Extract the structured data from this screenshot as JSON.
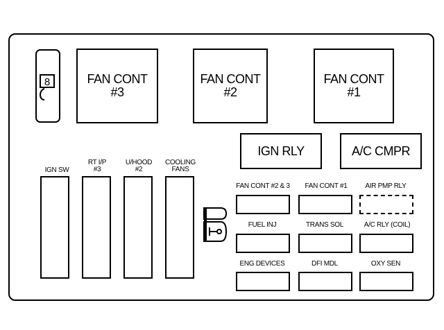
{
  "relays": {
    "fan_cont_3": "FAN CONT\n#3",
    "fan_cont_2": "FAN CONT\n#2",
    "fan_cont_1": "FAN CONT\n#1",
    "ign_rly": "IGN RLY",
    "ac_cmpr": "A/C CMPR"
  },
  "tall_fuses": {
    "ign_sw": "IGN SW",
    "rt_ip_3": "RT I/P\n#3",
    "uhood_2": "U/HOOD\n#2",
    "cooling_fans": "COOLING\nFANS"
  },
  "mini_fuses": {
    "row1": [
      "FAN CONT #2 & 3",
      "FAN CONT #1",
      "AIR PMP RLY"
    ],
    "row2": [
      "FUEL INJ",
      "TRANS SOL",
      "A/C RLY (COIL)"
    ],
    "row3": [
      "ENG DEVICES",
      "DFI MDL",
      "OXY SEN"
    ]
  }
}
